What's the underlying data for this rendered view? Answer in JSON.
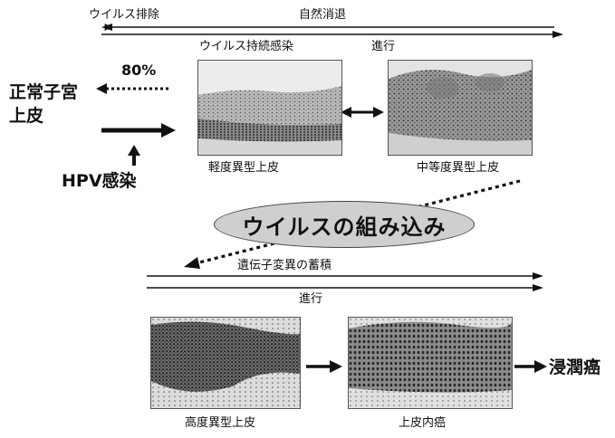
{
  "top_arrow": {
    "left_label": "ウイルス排除",
    "right_label": "自然消退"
  },
  "normal_epithelium": {
    "line1": "正常子宮",
    "line2": "上皮"
  },
  "percentage": "80%",
  "hpv_infection": "HPV感染",
  "persistent_infection": "ウイルス持続感染",
  "progression_top": "進行",
  "mild_dysplasia": "軽度異型上皮",
  "moderate_dysplasia": "中等度異型上皮",
  "viral_integration": "ウイルスの組み込み",
  "gene_accumulation": "遺伝子変異の蓄積",
  "progression_bottom": "進行",
  "severe_dysplasia": "高度異型上皮",
  "carcinoma_in_situ": "上皮内癌",
  "invasive_cancer": "浸潤癌"
}
